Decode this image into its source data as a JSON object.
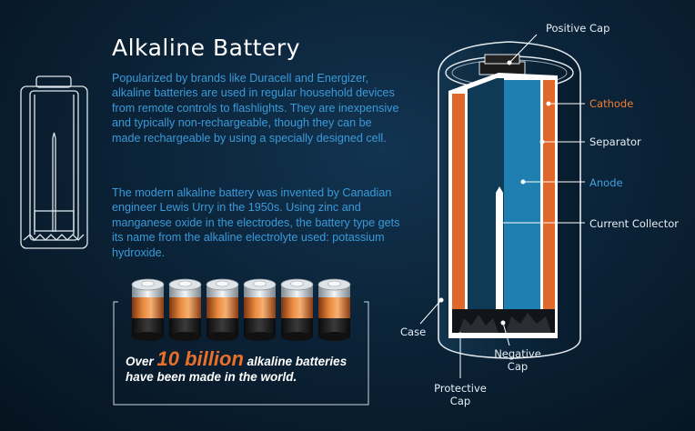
{
  "title": "Alkaline Battery",
  "paragraphs": [
    "Popularized by brands like Duracell and Energizer, alkaline batteries are used in regular household devices from remote controls to flashlights. They are inexpensive and typically non-rechargeable, though they can be made rechargeable by using a specially designed cell.",
    "The modern alkaline battery was invented by Canadian engineer Lewis Urry in the 1950s. Using zinc and manganese oxide in the electrodes, the battery type gets its name from the alkaline electrolyte used: potassium hydroxide."
  ],
  "stat": {
    "prefix": "Over ",
    "highlight": "10 billion",
    "suffix": " alkaline batteries have been made in the world."
  },
  "labels": {
    "positive_cap": "Positive Cap",
    "cathode": "Cathode",
    "separator": "Separator",
    "anode": "Anode",
    "current_collector": "Current Collector",
    "case": "Case",
    "negative_cap_line1": "Negative",
    "negative_cap_line2": "Cap",
    "protective_cap_line1": "Protective",
    "protective_cap_line2": "Cap"
  },
  "colors": {
    "cathode": "#e0682a",
    "anode": "#1f7fb0",
    "separator": "#ffffff",
    "case": "#0c2a40",
    "accent_orange": "#e8702a",
    "text_blue": "#3a9ad9"
  }
}
